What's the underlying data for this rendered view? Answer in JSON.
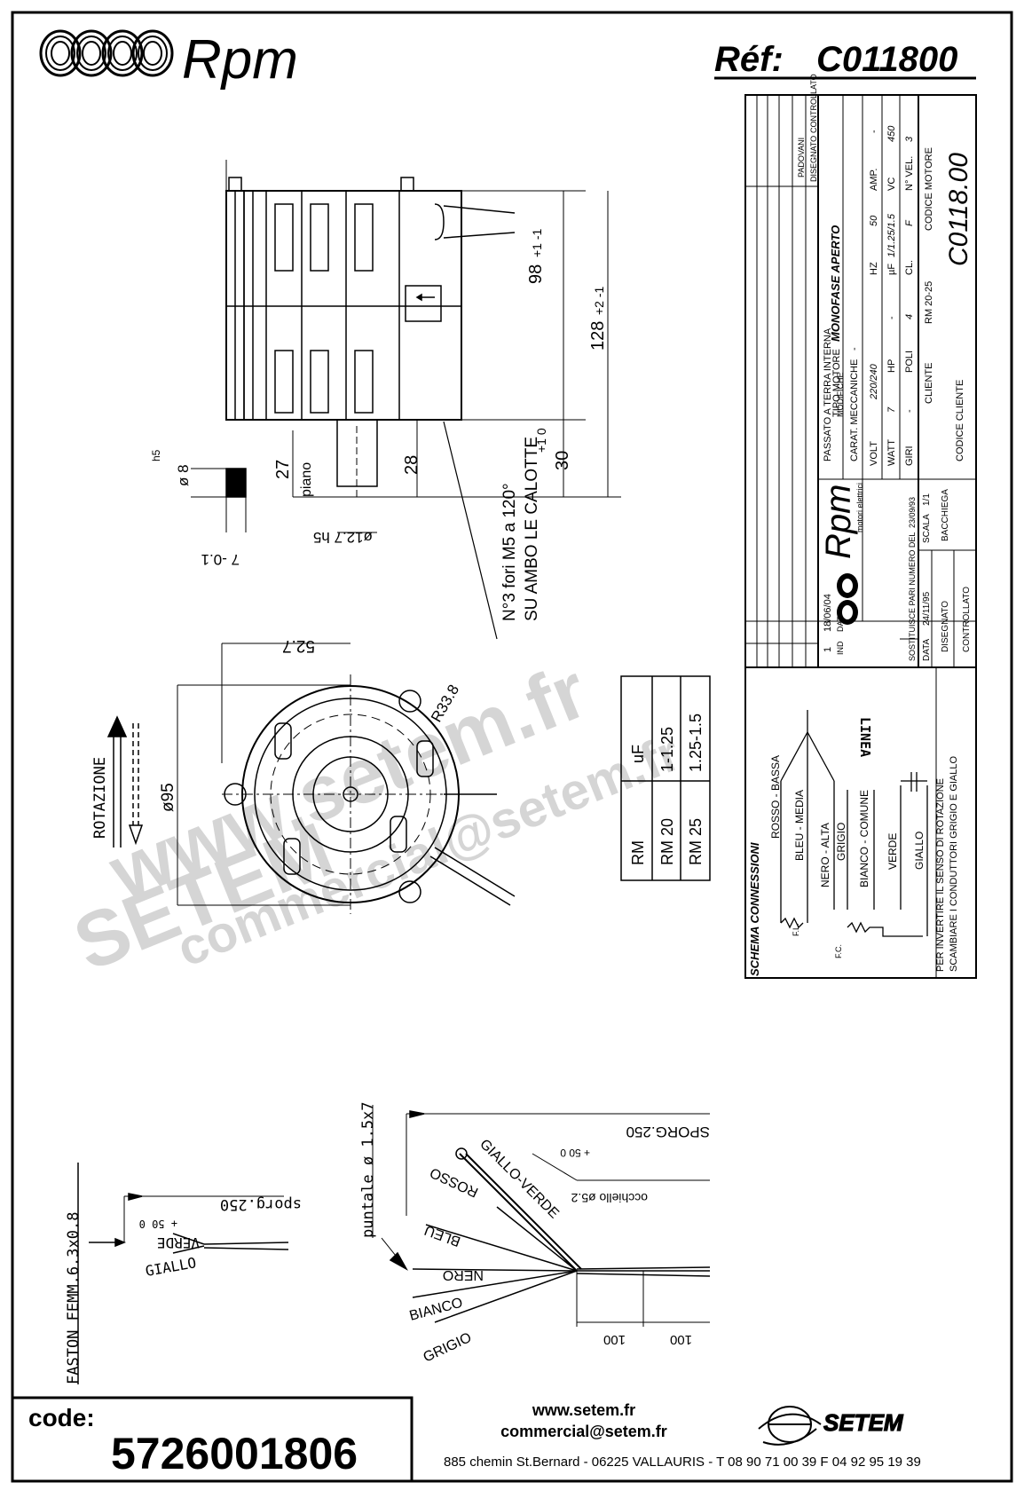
{
  "header": {
    "brand": "Rpm",
    "ref_label": "Réf:",
    "ref_value": "C011800"
  },
  "title_block": {
    "modification_note": "PASSATO A TERRA INTERNA",
    "revision_index": "1",
    "revision_date": "18/06/04",
    "col_ind": "IND",
    "col_data": "DATA",
    "col_modifiche": "MODIFICHE",
    "col_padovani": "PADOVANI",
    "col_disegnato": "DISEGNATO",
    "col_controllato": "CONTROLLATO",
    "tipo_motore_label": "TIPO MOTORE",
    "tipo_motore_value": "MONOFASE APERTO",
    "carat_label": "CARAT. MECCANICHE",
    "carat_value": "-",
    "volt_label": "VOLT",
    "volt_value": "220/240",
    "hz_label": "HZ",
    "hz_value": "50",
    "amp_label": "AMP.",
    "amp_value": "-",
    "watt_label": "WATT",
    "watt_value": "7",
    "hp_label": "HP",
    "hp_value": "-",
    "uf_label": "µF",
    "uf_value": "1/1.25/1.5",
    "vc_label": "VC",
    "vc_value": "450",
    "giri_label": "GIRI",
    "giri_value": "-",
    "poli_label": "POLI",
    "poli_value": "4",
    "cl_label": "CL.",
    "cl_value": "F",
    "nvel_label": "N° VEL.",
    "nvel_value": "3",
    "cliente_label": "CLIENTE",
    "cliente_value": "RM 20-25",
    "codice_motore_label": "CODICE MOTORE",
    "codice_motore_value": "C0118.00",
    "codice_cliente_label": "CODICE CLIENTE",
    "brand": "Rpm",
    "rpm_subtitle": "motori elettrici",
    "sostituisce_label": "SOSTITUISCE PARI NUMERO DEL",
    "sostituisce_date": "23/09/93",
    "data_label": "DATA",
    "data_value": "24/11/95",
    "scala_label": "SCALA",
    "scala_value": "1/1",
    "disegnato_label": "DISEGNATO",
    "disegnato_value": "BACCHIEGA",
    "controllato_label": "CONTROLLATO"
  },
  "schema": {
    "title": "SCHEMA CONNESSIONI",
    "wires": [
      "ROSSO - BASSA",
      "BLEU - MEDIA",
      "NERO - ALTA",
      "GRIGIO",
      "BIANCO - COMUNE",
      "VERDE",
      "GIALLO"
    ],
    "linea": "LINEA",
    "fl": "F.L.",
    "fc": "F.C.",
    "note1": "PER INVERTIRE IL SENSO DI ROTAZIONE",
    "note2": "SCAMBIARE I CONDUTTORI GRIGIO E GIALLO"
  },
  "drawing": {
    "dim_98": "98",
    "dim_98_tol": "+1 -1",
    "dim_128": "128",
    "dim_128_tol": "+2 -1",
    "dim_30": "30",
    "dim_30_tol": "+1 0",
    "dim_28": "28",
    "dim_27": "27",
    "piano": "piano",
    "shaft": "ø12.7 h5",
    "key_dia": "ø 8",
    "key_tol": "h5",
    "key_len": "7 -0.1",
    "holes": "N°3 fori M5 a 120°",
    "holes2": "SU AMBO LE CALOTTE",
    "dim_52_7": "52.7",
    "dim_95": "ø95",
    "dim_r33_8": "R33.8",
    "rotation": "ROTAZIONE"
  },
  "capacitor_table": {
    "header": [
      "RM",
      "uF"
    ],
    "rows": [
      {
        "model": "RM 20",
        "uf": "1-1.25"
      },
      {
        "model": "RM 25",
        "uf": "1.25-1.5"
      }
    ]
  },
  "cables": {
    "faston": "FASTON FEMM.6.3x0.8",
    "sporg_small": "sporg.250",
    "sporg_tol_small": "+ 50  0",
    "verde": "VERDE",
    "giallo": "GIALLO",
    "puntale": "puntale ø 1.5x7",
    "sporg_large": "SPORG.250",
    "sporg_tol_large": "+ 50  0",
    "occhiello": "occhiello ø5.2",
    "giallo_verde": "GIALLO-VERDE",
    "rosso": "ROSSO",
    "bleu": "BLEU",
    "nero": "NERO",
    "bianco": "BIANCO",
    "grigio": "GRIGIO",
    "len_a": "100",
    "len_b": "100"
  },
  "watermark": {
    "url": "www.setem.fr",
    "brand": "SETEM",
    "email": "commercial@setem.fr"
  },
  "footer": {
    "code_label": "code:",
    "code_value": "5726001806",
    "website": "www.setem.fr",
    "email": "commercial@setem.fr",
    "address": "885 chemin St.Bernard  -  06225 VALLAURIS  -  T 08 90 71 00 39   F 04 92 95 19 39",
    "logo": "SETEM"
  }
}
